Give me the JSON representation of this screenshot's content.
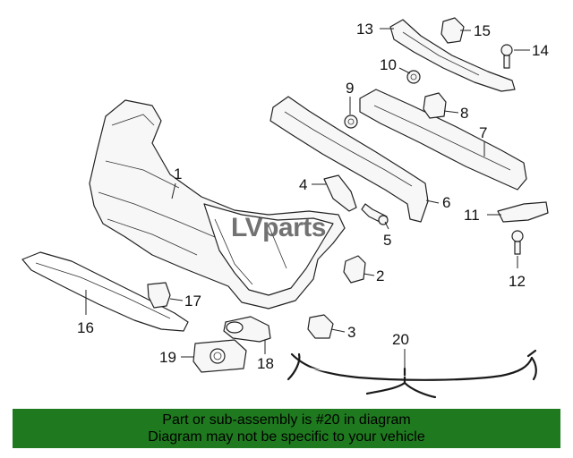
{
  "watermark": "LVparts",
  "callouts": {
    "c1": "1",
    "c2": "2",
    "c3": "3",
    "c4": "4",
    "c5": "5",
    "c6": "6",
    "c7": "7",
    "c8": "8",
    "c9": "9",
    "c10": "10",
    "c11": "11",
    "c12": "12",
    "c13": "13",
    "c14": "14",
    "c15": "15",
    "c16": "16",
    "c17": "17",
    "c18": "18",
    "c19": "19",
    "c20": "20"
  },
  "banner": {
    "line1": "Part or sub-assembly is #20 in diagram",
    "line2": "Diagram may not be specific to your vehicle"
  },
  "colors": {
    "banner_bg": "#1f7a1f",
    "line": "#222222"
  }
}
